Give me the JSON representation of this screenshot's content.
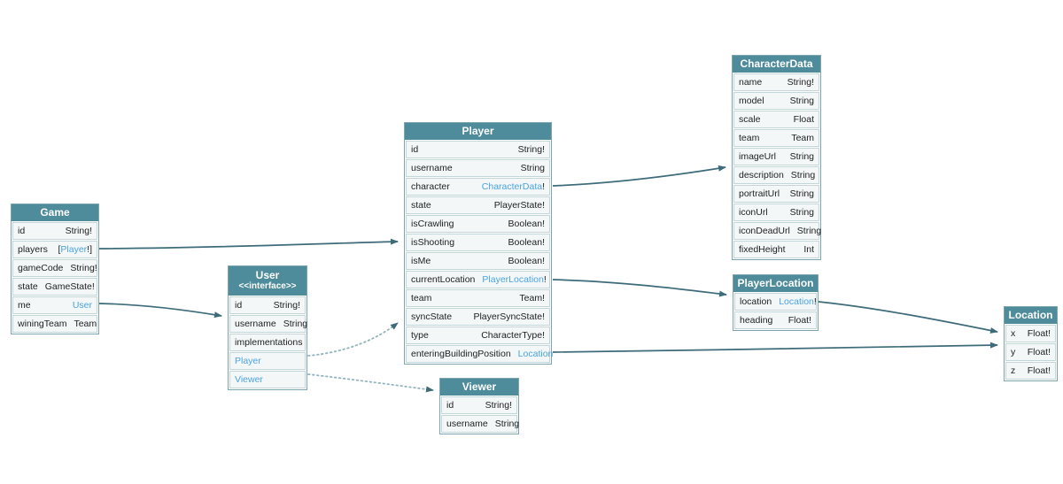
{
  "diagram": {
    "type": "graphql-schema-diagram",
    "colors": {
      "header_bg": "#4e8c9c",
      "header_text": "#ffffff",
      "row_bg": "#f3f7f8",
      "row_border": "#c3d7db",
      "outer_border": "#7da6b1",
      "field_text": "#1e1e1e",
      "link_text": "#4aa3e3",
      "arrow": "#3d6b79",
      "dotted_arrow": "#93b4bd",
      "canvas_bg": "#ffffff"
    },
    "entities": [
      {
        "id": "game",
        "title": "Game",
        "fields": [
          {
            "name": "id",
            "type": [
              {
                "t": "String!",
                "link": false
              }
            ]
          },
          {
            "name": "players",
            "type": [
              {
                "t": "[",
                "link": false
              },
              {
                "t": "Player",
                "link": true
              },
              {
                "t": "!]",
                "link": false
              }
            ]
          },
          {
            "name": "gameCode",
            "type": [
              {
                "t": "String!",
                "link": false
              }
            ]
          },
          {
            "name": "state",
            "type": [
              {
                "t": "GameState!",
                "link": false
              }
            ]
          },
          {
            "name": "me",
            "type": [
              {
                "t": "User",
                "link": true
              }
            ]
          },
          {
            "name": "winingTeam",
            "type": [
              {
                "t": "Team",
                "link": false
              }
            ]
          }
        ]
      },
      {
        "id": "user",
        "title": "User",
        "subtitle": "<<interface>>",
        "fields": [
          {
            "name": "id",
            "type": [
              {
                "t": "String!",
                "link": false
              }
            ]
          },
          {
            "name": "username",
            "type": [
              {
                "t": "String",
                "link": false
              }
            ]
          },
          {
            "name": "implementations",
            "type": []
          },
          {
            "name": "Player",
            "name_link": true,
            "type": []
          },
          {
            "name": "Viewer",
            "name_link": true,
            "type": []
          }
        ]
      },
      {
        "id": "player",
        "title": "Player",
        "fields": [
          {
            "name": "id",
            "type": [
              {
                "t": "String!",
                "link": false
              }
            ]
          },
          {
            "name": "username",
            "type": [
              {
                "t": "String",
                "link": false
              }
            ]
          },
          {
            "name": "character",
            "type": [
              {
                "t": "CharacterData",
                "link": true
              },
              {
                "t": "!",
                "link": false
              }
            ]
          },
          {
            "name": "state",
            "type": [
              {
                "t": "PlayerState!",
                "link": false
              }
            ]
          },
          {
            "name": "isCrawling",
            "type": [
              {
                "t": "Boolean!",
                "link": false
              }
            ]
          },
          {
            "name": "isShooting",
            "type": [
              {
                "t": "Boolean!",
                "link": false
              }
            ]
          },
          {
            "name": "isMe",
            "type": [
              {
                "t": "Boolean!",
                "link": false
              }
            ]
          },
          {
            "name": "currentLocation",
            "type": [
              {
                "t": "PlayerLocation",
                "link": true
              },
              {
                "t": "!",
                "link": false
              }
            ]
          },
          {
            "name": "team",
            "type": [
              {
                "t": "Team!",
                "link": false
              }
            ]
          },
          {
            "name": "syncState",
            "type": [
              {
                "t": "PlayerSyncState!",
                "link": false
              }
            ]
          },
          {
            "name": "type",
            "type": [
              {
                "t": "CharacterType!",
                "link": false
              }
            ]
          },
          {
            "name": "enteringBuildingPosition",
            "type": [
              {
                "t": "Location",
                "link": true
              }
            ]
          }
        ]
      },
      {
        "id": "viewer",
        "title": "Viewer",
        "fields": [
          {
            "name": "id",
            "type": [
              {
                "t": "String!",
                "link": false
              }
            ]
          },
          {
            "name": "username",
            "type": [
              {
                "t": "String",
                "link": false
              }
            ]
          }
        ]
      },
      {
        "id": "characterdata",
        "title": "CharacterData",
        "fields": [
          {
            "name": "name",
            "type": [
              {
                "t": "String!",
                "link": false
              }
            ]
          },
          {
            "name": "model",
            "type": [
              {
                "t": "String",
                "link": false
              }
            ]
          },
          {
            "name": "scale",
            "type": [
              {
                "t": "Float",
                "link": false
              }
            ]
          },
          {
            "name": "team",
            "type": [
              {
                "t": "Team",
                "link": false
              }
            ]
          },
          {
            "name": "imageUrl",
            "type": [
              {
                "t": "String",
                "link": false
              }
            ]
          },
          {
            "name": "description",
            "type": [
              {
                "t": "String",
                "link": false
              }
            ]
          },
          {
            "name": "portraitUrl",
            "type": [
              {
                "t": "String",
                "link": false
              }
            ]
          },
          {
            "name": "iconUrl",
            "type": [
              {
                "t": "String",
                "link": false
              }
            ]
          },
          {
            "name": "iconDeadUrl",
            "type": [
              {
                "t": "String",
                "link": false
              }
            ]
          },
          {
            "name": "fixedHeight",
            "type": [
              {
                "t": "Int",
                "link": false
              }
            ]
          }
        ]
      },
      {
        "id": "playerlocation",
        "title": "PlayerLocation",
        "fields": [
          {
            "name": "location",
            "type": [
              {
                "t": "Location",
                "link": true
              },
              {
                "t": "!",
                "link": false
              }
            ]
          },
          {
            "name": "heading",
            "type": [
              {
                "t": "Float!",
                "link": false
              }
            ]
          }
        ]
      },
      {
        "id": "location",
        "title": "Location",
        "fields": [
          {
            "name": "x",
            "type": [
              {
                "t": "Float!",
                "link": false
              }
            ]
          },
          {
            "name": "y",
            "type": [
              {
                "t": "Float!",
                "link": false
              }
            ]
          },
          {
            "name": "z",
            "type": [
              {
                "t": "Float!",
                "link": false
              }
            ]
          }
        ]
      }
    ],
    "edges": [
      {
        "from": "Game.players",
        "to": "Player",
        "style": "solid"
      },
      {
        "from": "Game.me",
        "to": "User",
        "style": "solid"
      },
      {
        "from": "User.Player",
        "to": "Player",
        "style": "dotted"
      },
      {
        "from": "User.Viewer",
        "to": "Viewer",
        "style": "dotted"
      },
      {
        "from": "Player.character",
        "to": "CharacterData",
        "style": "solid"
      },
      {
        "from": "Player.currentLocation",
        "to": "PlayerLocation",
        "style": "solid"
      },
      {
        "from": "Player.enteringBuildingPosition",
        "to": "Location",
        "style": "solid"
      },
      {
        "from": "PlayerLocation.location",
        "to": "Location",
        "style": "solid"
      }
    ]
  }
}
